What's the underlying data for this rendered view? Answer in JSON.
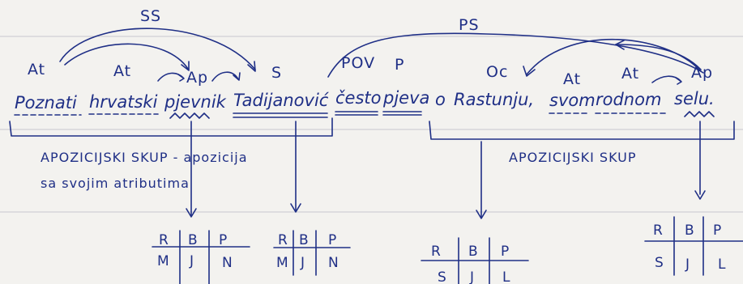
{
  "arc_labels": {
    "ss": "SS",
    "ps": "PS"
  },
  "tags": [
    "At",
    "At",
    "Ap",
    "S",
    "POV",
    "P",
    "Oc",
    "At",
    "At",
    "Ap"
  ],
  "sentence": [
    "Poznati",
    "hrvatski",
    "pjevnik",
    "Tadijanović",
    "često",
    "pjeva",
    "o",
    "Rastunju,",
    "svom",
    "rodnom",
    "selu."
  ],
  "notes": {
    "left_line1": "APOZICIJSKI SKUP - apozicija",
    "left_line2": "sa svojim atributima",
    "right": "APOZICIJSKI SKUP"
  },
  "tables": [
    {
      "header": [
        "R",
        "B",
        "P"
      ],
      "row": [
        "M",
        "J",
        "N"
      ]
    },
    {
      "header": [
        "R",
        "B",
        "P"
      ],
      "row": [
        "M",
        "J",
        "N"
      ]
    },
    {
      "header": [
        "R",
        "B",
        "P"
      ],
      "row": [
        "S",
        "J",
        "L"
      ]
    },
    {
      "header": [
        "R",
        "B",
        "P"
      ],
      "row": [
        "S",
        "J",
        "L"
      ]
    }
  ]
}
